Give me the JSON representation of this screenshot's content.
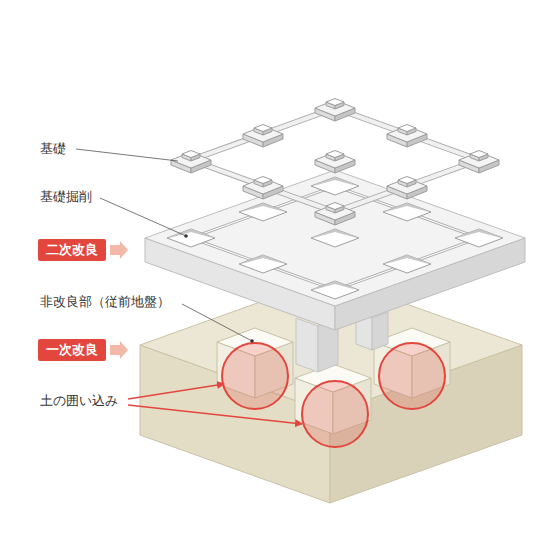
{
  "diagram": {
    "nodes": [
      {
        "text": [
          "二次改良"
        ]
      },
      {
        "text": [
          "一次改良"
        ]
      }
    ],
    "labels": [
      "基礎",
      "基礎掘削",
      "非改良部（従前地盤）",
      "土の囲い込み"
    ]
  }
}
